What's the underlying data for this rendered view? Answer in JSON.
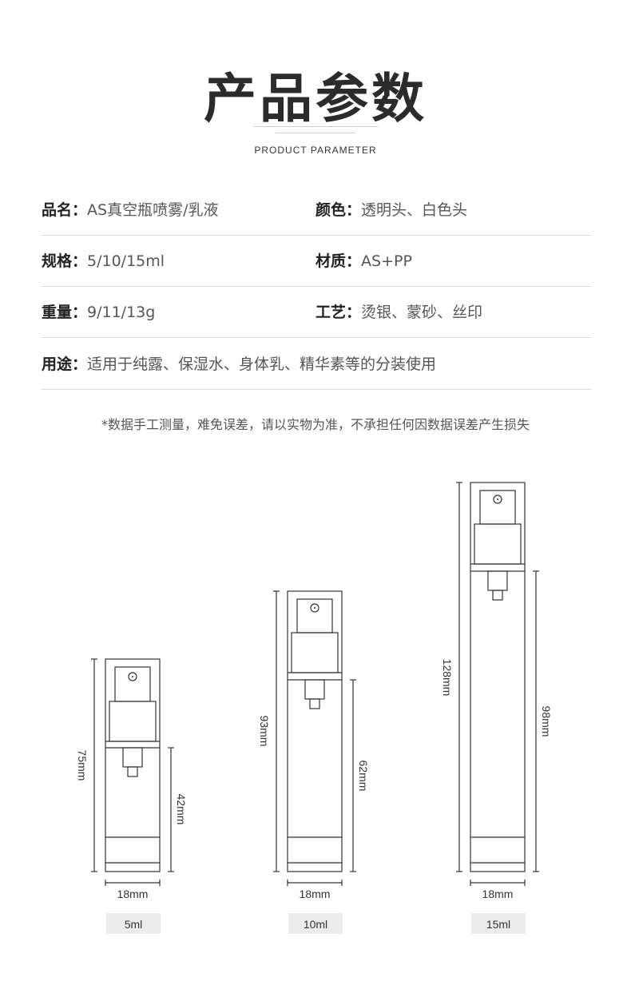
{
  "header": {
    "title": "产品参数",
    "subtitle": "PRODUCT PARAMETER"
  },
  "params": {
    "name_label": "品名：",
    "name_value": "AS真空瓶喷雾/乳液",
    "color_label": "颜色：",
    "color_value": "透明头、白色头",
    "spec_label": "规格：",
    "spec_value": "5/10/15ml",
    "material_label": "材质：",
    "material_value": "AS+PP",
    "weight_label": "重量：",
    "weight_value": "9/11/13g",
    "craft_label": "工艺：",
    "craft_value": "烫银、蒙砂、丝印",
    "usage_label": "用途：",
    "usage_value": "适用于纯露、保湿水、身体乳、精华素等的分装使用"
  },
  "note": "*数据手工测量，难免误差，请以实物为准，不承担任何因数据误差产生损失",
  "bottles": [
    {
      "total_height": "75mm",
      "body_height": "42mm",
      "width": "18mm",
      "capacity": "5ml"
    },
    {
      "total_height": "93mm",
      "body_height": "62mm",
      "width": "18mm",
      "capacity": "10ml"
    },
    {
      "total_height": "128mm",
      "body_height": "98mm",
      "width": "18mm",
      "capacity": "15ml"
    }
  ],
  "colors": {
    "title": "#2b2b2b",
    "label_bg": "#ececec",
    "line": "#333333"
  }
}
